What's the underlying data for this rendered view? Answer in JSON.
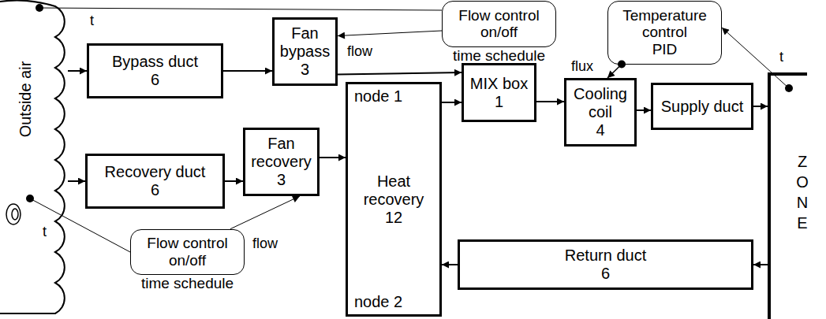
{
  "diagram": {
    "nodes": [
      {
        "text": [
          "Outside air"
        ]
      },
      {
        "text": [
          "Bypass duct",
          "6"
        ]
      },
      {
        "text": [
          "Fan bypass",
          "3"
        ]
      },
      {
        "text": [
          "Flow control on/off",
          "time schedule"
        ]
      },
      {
        "text": [
          "Temperature control",
          "PID"
        ]
      },
      {
        "text": [
          "Recovery duct",
          "6"
        ]
      },
      {
        "text": [
          "Fan recovery",
          "3"
        ]
      },
      {
        "text": [
          "node 1",
          "Heat recovery",
          "12",
          "node 2"
        ]
      },
      {
        "text": [
          "MIX box",
          "1"
        ]
      },
      {
        "text": [
          "Cooling coil",
          "4"
        ]
      },
      {
        "text": [
          "Supply duct"
        ]
      },
      {
        "text": [
          "ZONE"
        ]
      },
      {
        "text": [
          "Return duct",
          "6"
        ]
      },
      {
        "text": [
          "Flow control on/off",
          "time schedule"
        ]
      }
    ],
    "edges": [
      {
        "from": 0,
        "to": 1,
        "arrow": "to"
      },
      {
        "from": 1,
        "to": 2,
        "arrow": "to"
      },
      {
        "from": 2,
        "to": 8,
        "arrow": "to"
      },
      {
        "from": 0,
        "to": 3,
        "label": "t",
        "arrow": "none"
      },
      {
        "from": 3,
        "to": 2,
        "label": "flow",
        "arrow": "to"
      },
      {
        "from": 0,
        "to": 5,
        "arrow": "to"
      },
      {
        "from": 5,
        "to": 6,
        "arrow": "to"
      },
      {
        "from": 6,
        "to": 7,
        "arrow": "to"
      },
      {
        "from": 7,
        "to": 8,
        "arrow": "to"
      },
      {
        "from": 8,
        "to": 9,
        "arrow": "to"
      },
      {
        "from": 9,
        "to": 10,
        "arrow": "to"
      },
      {
        "from": 10,
        "to": 11,
        "arrow": "to"
      },
      {
        "from": 11,
        "to": 12,
        "arrow": "to"
      },
      {
        "from": 12,
        "to": 7,
        "arrow": "to"
      },
      {
        "from": 0,
        "to": 13,
        "label": "t",
        "arrow": "none"
      },
      {
        "from": 13,
        "to": 6,
        "label": "flow",
        "arrow": "to"
      },
      {
        "from": 4,
        "to": 9,
        "label": "flux",
        "arrow": "to"
      },
      {
        "from": 11,
        "to": 4,
        "label": "t",
        "arrow": "to"
      }
    ]
  }
}
